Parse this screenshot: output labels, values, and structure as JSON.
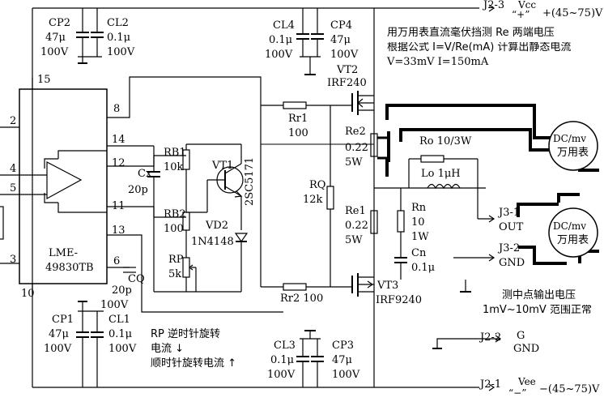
{
  "labels": {
    "j2_3": "J2-3",
    "vcc": "Vcc",
    "plus_sign": "“+”",
    "vcc_range": "+(45~75)V",
    "cp2": "CP2",
    "cp2_val": "47μ",
    "cp2_volt": "100V",
    "cl2": "CL2",
    "cl2_val": "0.1μ",
    "cl2_volt": "100V",
    "cl4": "CL4",
    "cl4_val": "0.1μ",
    "cl4_volt": "100V",
    "cp4": "CP4",
    "cp4_val": "47μ",
    "cp4_volt": "100V",
    "note_line1": "用万用表直流毫伏挡测 Re 两端电压",
    "note_line2": "根据公式 I=V/Re(mA) 计算出静态电流",
    "note_line3": "V=33mV I=150mA",
    "vt2": "VT2",
    "irf240": "IRF240",
    "pin15": "15",
    "pin8": "8",
    "pin2": "2",
    "pin14": "14",
    "pin4": "4",
    "pin12": "12",
    "pin5": "5",
    "pin11": "11",
    "pin13": "13",
    "pin3": "3",
    "pin6": "6",
    "pin10": "10",
    "rr1": "Rr1",
    "rr1_val": "100",
    "re2": "Re2",
    "re2_val": "0.22",
    "re2_w": "5W",
    "rb1": "RB1",
    "rb1_val": "10k",
    "vt1": "VT1",
    "t2sc5171": "2SC5171",
    "cx": "Cx",
    "cx_val": "20p",
    "rq": "RQ",
    "rq_val": "12k",
    "ro": "Ro 10/3W",
    "lo": "Lo 1μH",
    "meter": "DC/mv",
    "meter_cn": "万用表",
    "rb2": "RB2",
    "rb2_val": "100",
    "vd2": "VD2",
    "in4148": "1N4148",
    "re1": "Re1",
    "re1_val": "0.22",
    "re1_w": "5W",
    "rn": "Rn",
    "rn_val": "10",
    "rn_w": "1W",
    "j3_1": "J3-1",
    "out": "OUT",
    "ic_name1": "LME-",
    "ic_name2": "49830TB",
    "rp": "RP",
    "rp_val": "5k",
    "cn": "Cn",
    "cn_val": "0.1μ",
    "j3_2": "J3-2",
    "gnd": "GND",
    "cq": "CQ",
    "cq_val": "20p",
    "rr2": "Rr2 100",
    "vt3": "VT3",
    "irf9240": "IRF9240",
    "mid_note1": "测中点输出电压",
    "mid_note2": "1mV~10mV 范围正常",
    "cp1": "CP1",
    "cp1_val": "47μ",
    "cp1_volt": "100V",
    "cl1": "CL1",
    "cl1_val": "0.1μ",
    "cl1_volt": "100V",
    "cq_volt": "100V",
    "rp_note1": "RP 逆时针旋转",
    "rp_note2": "电流 ↓",
    "rp_note3": "顺时针旋转电流 ↑",
    "cl3": "CL3",
    "cl3_val": "0.1μ",
    "cl3_volt": "100V",
    "cp3": "CP3",
    "cp3_val": "47μ",
    "cp3_volt": "100V",
    "j2_2": "J2-2",
    "g": "G",
    "gnd2": "GND",
    "j2_1": "J2-1",
    "vee": "Vee",
    "minus_sign": "“−”",
    "vee_range": "−(45~75)V"
  }
}
